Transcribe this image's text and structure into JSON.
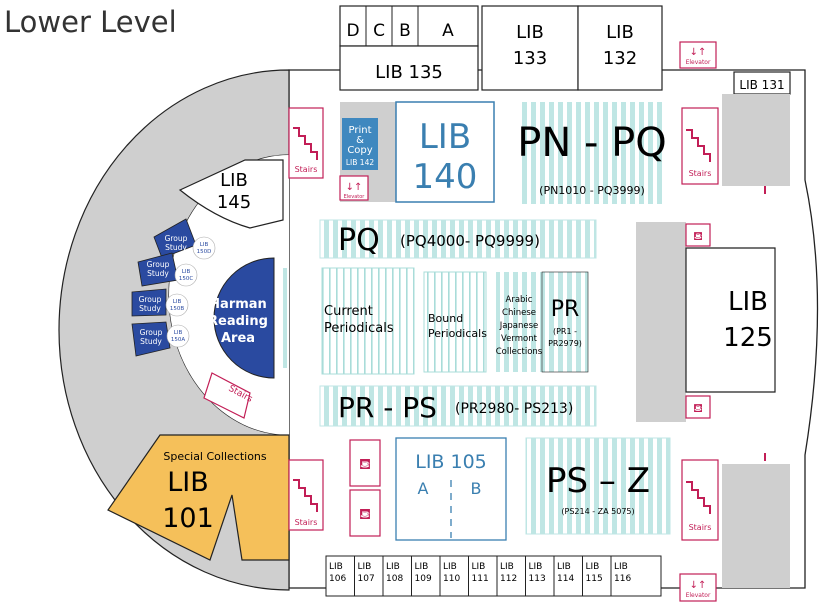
{
  "title": "Lower Level",
  "colors": {
    "gray": "#cfcfcf",
    "navy": "#2a4aa0",
    "blue_text": "#3a7fb0",
    "teal": "#bfe6e4",
    "pink": "#c21e56",
    "orange": "#f5c05a",
    "print": "#3f88bf"
  },
  "rooms": {
    "lib135": {
      "d": "D",
      "c": "C",
      "b": "B",
      "a": "A",
      "label": "LIB 135"
    },
    "lib133": {
      "line1": "LIB",
      "line2": "133"
    },
    "lib132": {
      "line1": "LIB",
      "line2": "132"
    },
    "lib131": "LIB 131",
    "lib140": {
      "line1": "LIB",
      "line2": "140"
    },
    "lib142": {
      "line1": "Print",
      "line2": "&",
      "line3": "Copy",
      "line4": "LIB 142"
    },
    "lib145": {
      "line1": "LIB",
      "line2": "145"
    },
    "lib125": {
      "line1": "LIB",
      "line2": "125"
    },
    "lib105": {
      "label": "LIB 105",
      "a": "A",
      "b": "B"
    },
    "lib101": {
      "caption": "Special Collections",
      "line1": "LIB",
      "line2": "101"
    },
    "harman": {
      "line1": "Harman",
      "line2": "Reading",
      "line3": "Area"
    },
    "group_study": [
      {
        "line1": "Group",
        "line2": "Study",
        "room1": "LIB",
        "room2": "150D"
      },
      {
        "line1": "Group",
        "line2": "Study",
        "room1": "LIB",
        "room2": "150C"
      },
      {
        "line1": "Group",
        "line2": "Study",
        "room1": "LIB",
        "room2": "150B"
      },
      {
        "line1": "Group",
        "line2": "Study",
        "room1": "LIB",
        "room2": "150A"
      }
    ],
    "bottom_rooms": [
      {
        "line1": "LIB",
        "line2": "106"
      },
      {
        "line1": "LIB",
        "line2": "107"
      },
      {
        "line1": "LIB",
        "line2": "108"
      },
      {
        "line1": "LIB",
        "line2": "109"
      },
      {
        "line1": "LIB",
        "line2": "110"
      },
      {
        "line1": "LIB",
        "line2": "111"
      },
      {
        "line1": "LIB",
        "line2": "112"
      },
      {
        "line1": "LIB",
        "line2": "113"
      },
      {
        "line1": "LIB",
        "line2": "114"
      },
      {
        "line1": "LIB",
        "line2": "115"
      },
      {
        "line1": "LIB",
        "line2": "116"
      }
    ]
  },
  "stacks": {
    "pn_pq": {
      "label": "PN - PQ",
      "range": "(PN1010 - PQ3999)"
    },
    "pq": {
      "label": "PQ",
      "range": "(PQ4000- PQ9999)"
    },
    "current_periodicals": {
      "line1": "Current",
      "line2": "Periodicals"
    },
    "bound_periodicals": {
      "line1": "Bound",
      "line2": "Periodicals"
    },
    "collections": {
      "line1": "Arabic",
      "line2": "Chinese",
      "line3": "Japanese",
      "line4": "Vermont",
      "line5": "Collections"
    },
    "pr": {
      "label": "PR",
      "range1": "(PR1 -",
      "range2": "PR2979)"
    },
    "pr_ps": {
      "label": "PR - PS",
      "range": "(PR2980- PS213)"
    },
    "ps_z": {
      "label": "PS – Z",
      "range": "(PS214 - ZA 5075)"
    }
  },
  "icons": {
    "stairs_label": "Stairs",
    "elevator_label": "Elevator"
  }
}
